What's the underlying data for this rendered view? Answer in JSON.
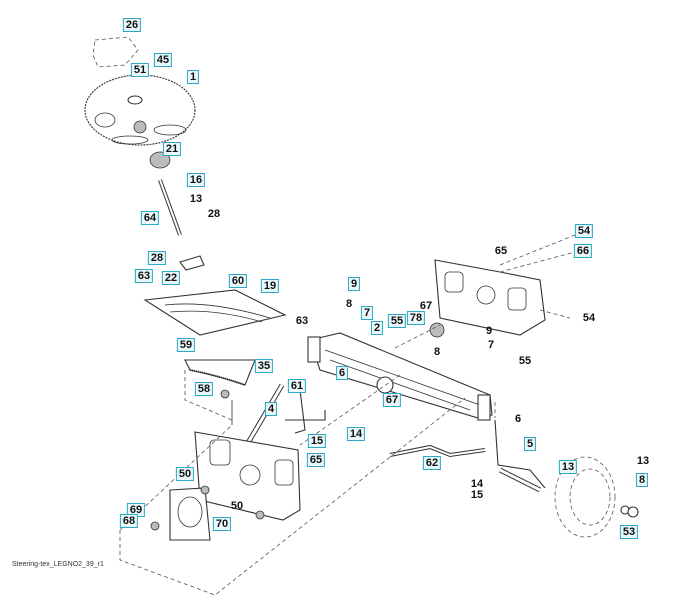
{
  "diagram": {
    "caption": "Steering-tex_LEGNO2_39_r1",
    "callout_color": "#29a9c4",
    "callouts": [
      {
        "label": "26",
        "boxed": true
      },
      {
        "label": "45",
        "boxed": true
      },
      {
        "label": "51",
        "boxed": true
      },
      {
        "label": "1",
        "boxed": true
      },
      {
        "label": "21",
        "boxed": true
      },
      {
        "label": "16",
        "boxed": true
      },
      {
        "label": "13",
        "boxed": false
      },
      {
        "label": "28",
        "boxed": false
      },
      {
        "label": "64",
        "boxed": true
      },
      {
        "label": "28",
        "boxed": true
      },
      {
        "label": "22",
        "boxed": true
      },
      {
        "label": "63",
        "boxed": true
      },
      {
        "label": "60",
        "boxed": true
      },
      {
        "label": "19",
        "boxed": true
      },
      {
        "label": "63",
        "boxed": false
      },
      {
        "label": "9",
        "boxed": true
      },
      {
        "label": "8",
        "boxed": false
      },
      {
        "label": "7",
        "boxed": true
      },
      {
        "label": "2",
        "boxed": true
      },
      {
        "label": "55",
        "boxed": true
      },
      {
        "label": "78",
        "boxed": true
      },
      {
        "label": "67",
        "boxed": false
      },
      {
        "label": "9",
        "boxed": false
      },
      {
        "label": "8",
        "boxed": false
      },
      {
        "label": "7",
        "boxed": false
      },
      {
        "label": "55",
        "boxed": false
      },
      {
        "label": "65",
        "boxed": false
      },
      {
        "label": "54",
        "boxed": true
      },
      {
        "label": "66",
        "boxed": true
      },
      {
        "label": "54",
        "boxed": false
      },
      {
        "label": "59",
        "boxed": true
      },
      {
        "label": "35",
        "boxed": true
      },
      {
        "label": "61",
        "boxed": true
      },
      {
        "label": "58",
        "boxed": true
      },
      {
        "label": "6",
        "boxed": true
      },
      {
        "label": "67",
        "boxed": true
      },
      {
        "label": "4",
        "boxed": true
      },
      {
        "label": "15",
        "boxed": true
      },
      {
        "label": "14",
        "boxed": true
      },
      {
        "label": "6",
        "boxed": false
      },
      {
        "label": "5",
        "boxed": true
      },
      {
        "label": "65",
        "boxed": true
      },
      {
        "label": "62",
        "boxed": true
      },
      {
        "label": "13",
        "boxed": true
      },
      {
        "label": "13",
        "boxed": false
      },
      {
        "label": "8",
        "boxed": true
      },
      {
        "label": "14",
        "boxed": false
      },
      {
        "label": "15",
        "boxed": false
      },
      {
        "label": "50",
        "boxed": true
      },
      {
        "label": "50",
        "boxed": false
      },
      {
        "label": "69",
        "boxed": true
      },
      {
        "label": "68",
        "boxed": true
      },
      {
        "label": "70",
        "boxed": true
      },
      {
        "label": "53",
        "boxed": true
      }
    ]
  }
}
